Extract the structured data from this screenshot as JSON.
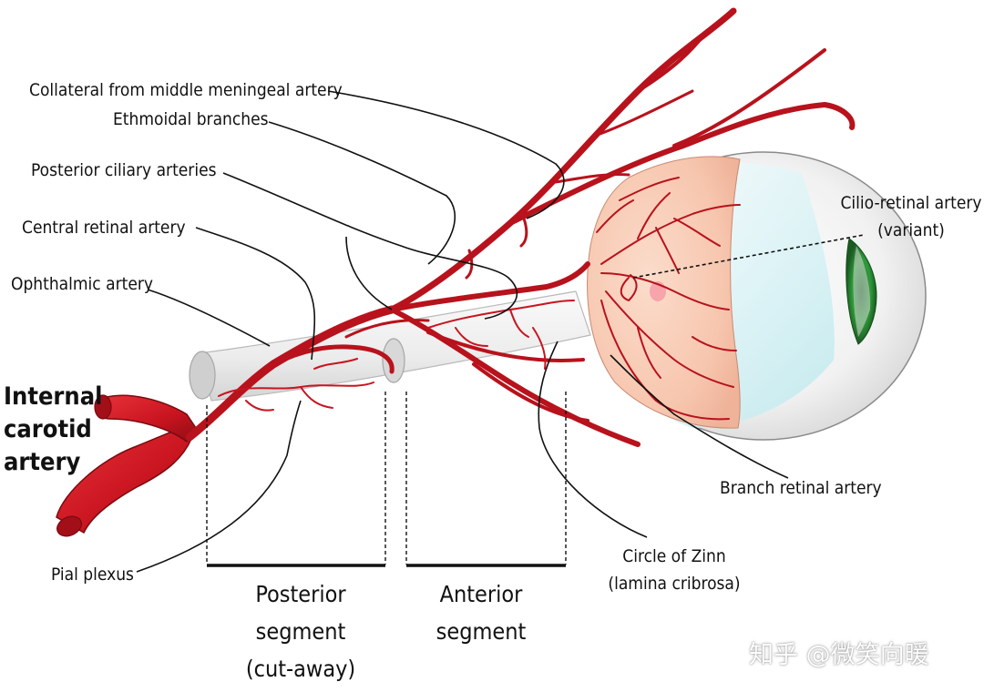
{
  "labels": {
    "collateral": "Collateral from middle meningeal artery",
    "ethmoidal": "Ethmoidal branches",
    "posterior_ciliary": "Posterior ciliary arteries",
    "central_retinal": "Central retinal artery",
    "ophthalmic": "Ophthalmic artery",
    "internal_carotid": [
      "Internal",
      "carotid",
      "artery"
    ],
    "pial_plexus": "Pial plexus",
    "cilio_retinal": [
      "Cilio-retinal artery",
      "(variant)"
    ],
    "branch_retinal": "Branch retinal artery",
    "circle_zinn": [
      "Circle of Zinn",
      "(lamina cribrosa)"
    ],
    "posterior_segment": [
      "Posterior",
      "segment",
      "(cut-away)"
    ],
    "anterior_segment": [
      "Anterior",
      "segment"
    ]
  },
  "watermark": "知乎 @微笑向暖",
  "colors": {
    "artery": "#c8141f",
    "artery_dark": "#8e0d14",
    "retina": "#f7c9b3",
    "iris": "#2f9b3a",
    "nerve": "#ececec",
    "leader": "#111111"
  }
}
